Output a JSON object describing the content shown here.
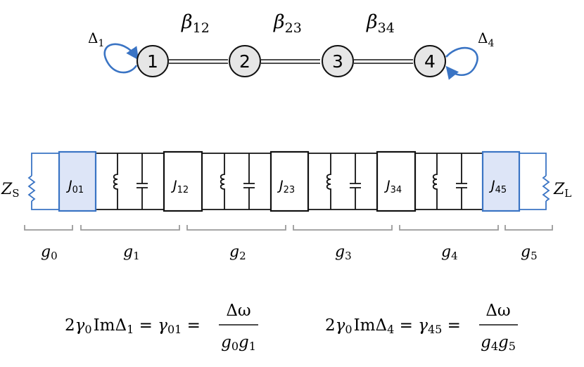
{
  "coupling_graph": {
    "nodes": [
      "1",
      "2",
      "3",
      "4"
    ],
    "couplings": [
      {
        "symbol": "β",
        "sub": "12"
      },
      {
        "symbol": "β",
        "sub": "23"
      },
      {
        "symbol": "β",
        "sub": "34"
      }
    ],
    "self_loops": [
      {
        "symbol": "Δ",
        "sub": "1"
      },
      {
        "symbol": "Δ",
        "sub": "4"
      }
    ]
  },
  "circuit": {
    "source_impedance": {
      "symbol": "Z",
      "sub": "S"
    },
    "load_impedance": {
      "symbol": "Z",
      "sub": "L"
    },
    "inverters": [
      {
        "symbol": "J",
        "sub": "01",
        "highlighted": true
      },
      {
        "symbol": "J",
        "sub": "12",
        "highlighted": false
      },
      {
        "symbol": "J",
        "sub": "23",
        "highlighted": false
      },
      {
        "symbol": "J",
        "sub": "34",
        "highlighted": false
      },
      {
        "symbol": "J",
        "sub": "45",
        "highlighted": true
      }
    ],
    "sections": [
      {
        "symbol": "g",
        "sub": "0"
      },
      {
        "symbol": "g",
        "sub": "1"
      },
      {
        "symbol": "g",
        "sub": "2"
      },
      {
        "symbol": "g",
        "sub": "3"
      },
      {
        "symbol": "g",
        "sub": "4"
      },
      {
        "symbol": "g",
        "sub": "5"
      }
    ]
  },
  "equations": [
    {
      "lhs_coef": "2",
      "gamma_sub": "0",
      "im": "Im",
      "delta_sub": "1",
      "rate_sub": "01",
      "numerator": "Δω",
      "den1": "0",
      "den2": "1"
    },
    {
      "lhs_coef": "2",
      "gamma_sub": "0",
      "im": "Im",
      "delta_sub": "4",
      "rate_sub": "45",
      "numerator": "Δω",
      "den1": "4",
      "den2": "5"
    }
  ],
  "colors": {
    "accent_blue": "#3a74c4",
    "highlight_fill": "#dde5f7",
    "node_fill": "#e6e6e6",
    "bracket_gray": "#9a9a9a",
    "ink": "#111111"
  }
}
